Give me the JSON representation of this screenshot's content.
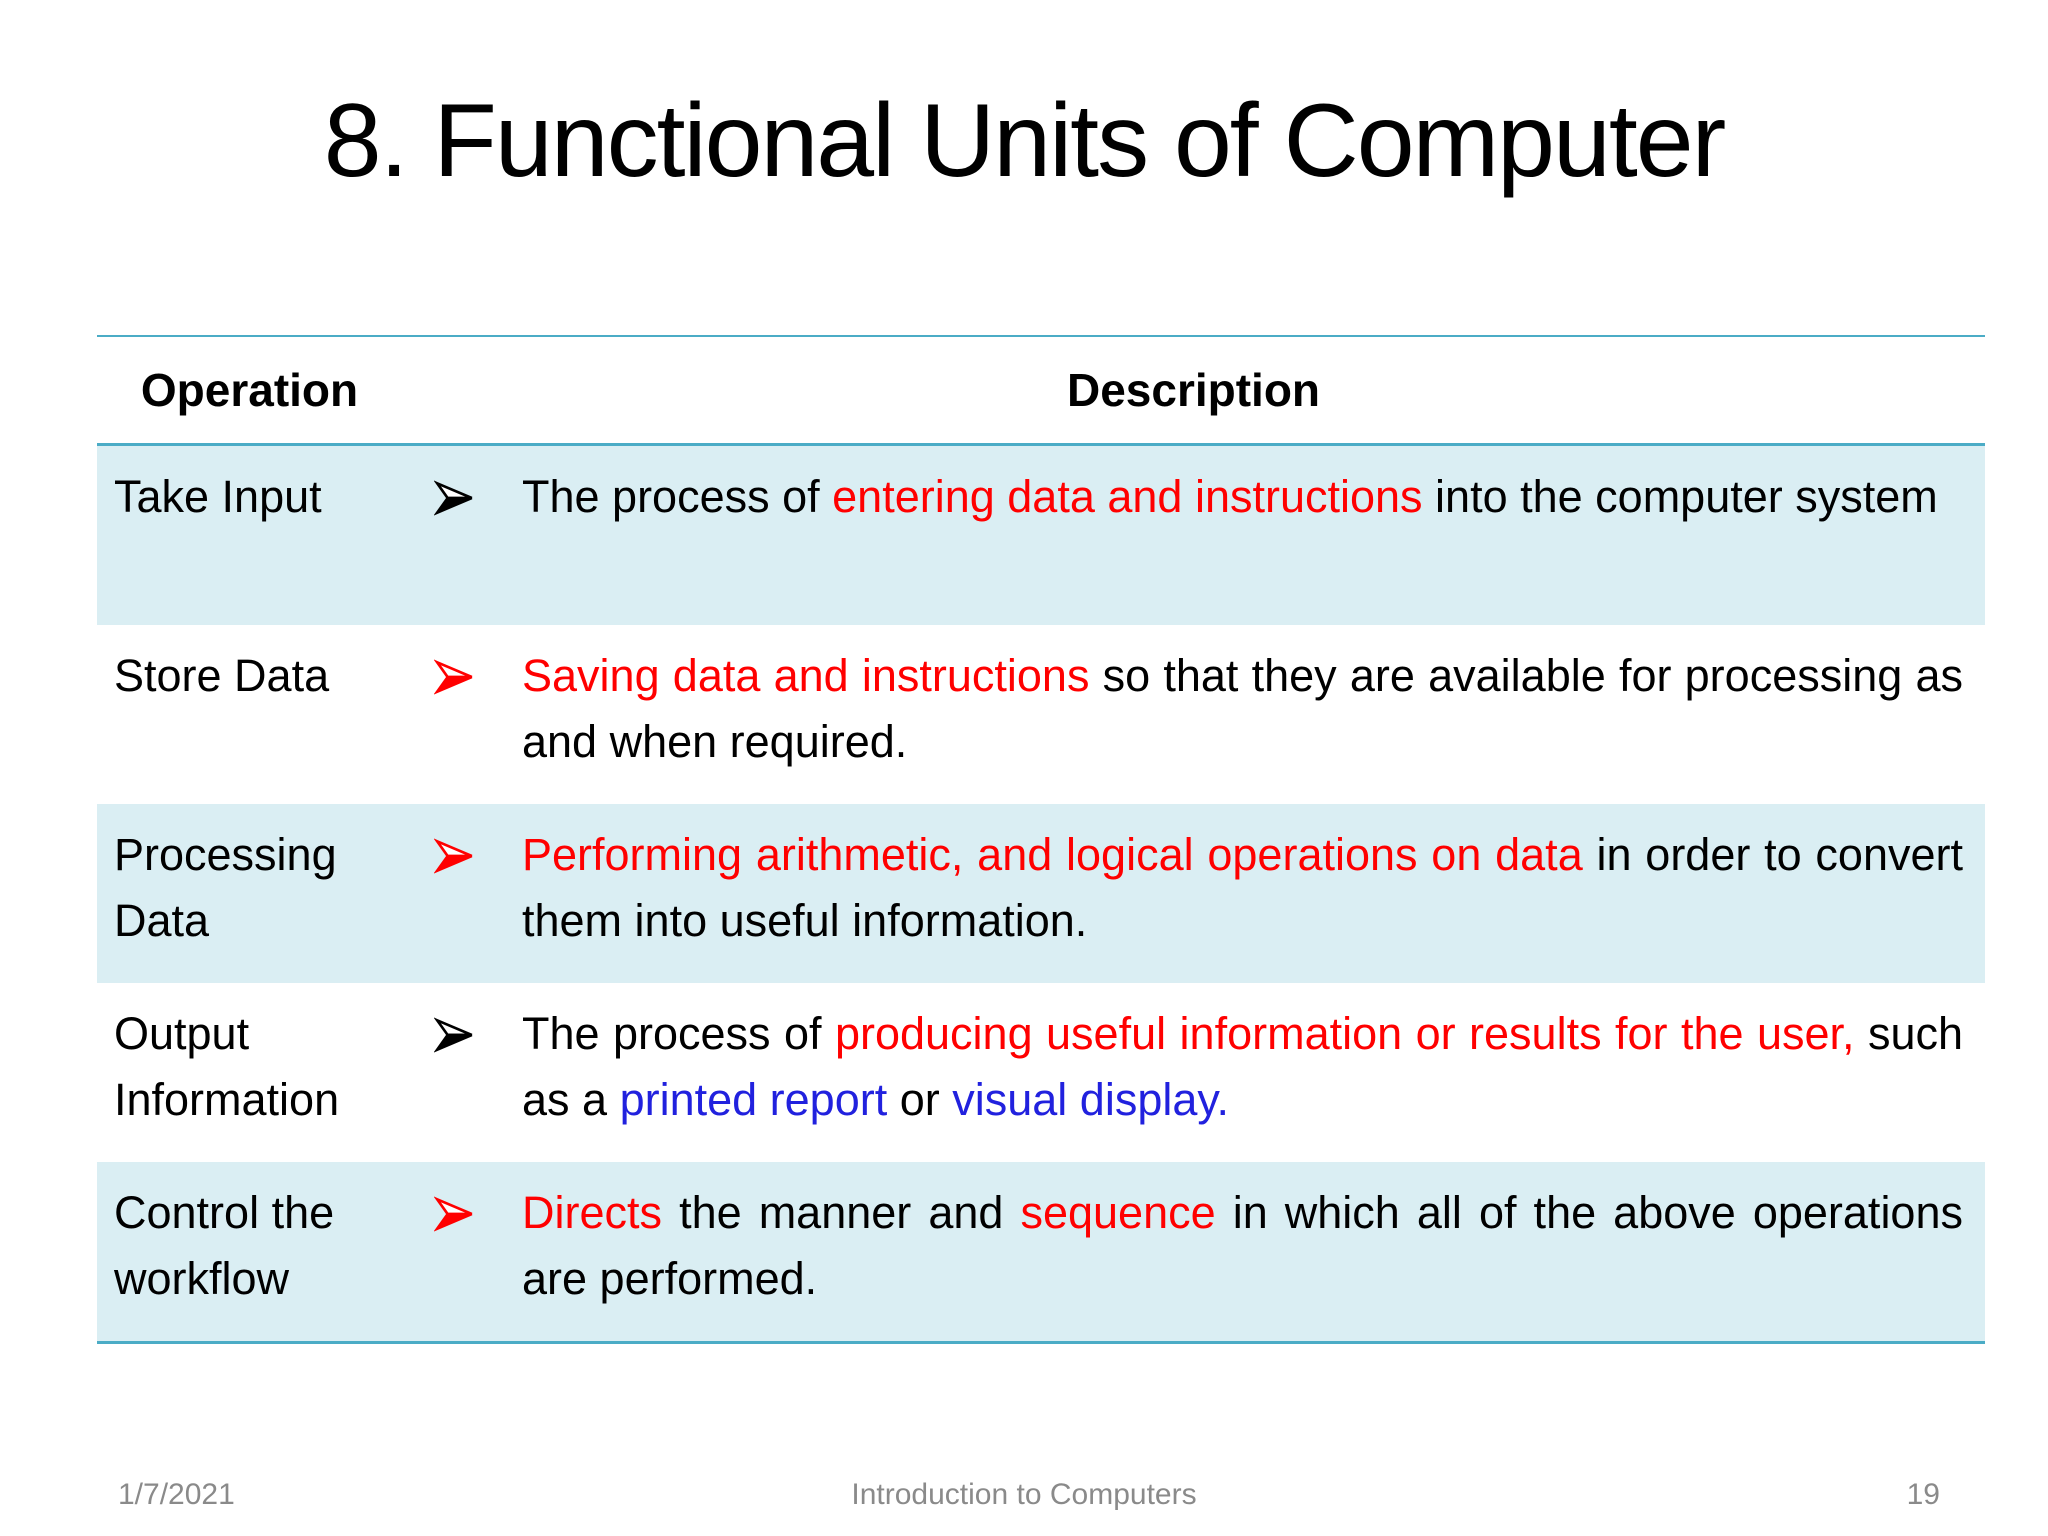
{
  "title": "8. Functional Units of Computer",
  "colors": {
    "accent_border": "#4BACC6",
    "band_fill": "#DAEEF3",
    "text_black": "#000000",
    "text_red": "#FF0000",
    "text_blue": "#2121DE",
    "footer_gray": "#8A8A8A"
  },
  "table": {
    "headers": {
      "operation": "Operation",
      "description": "Description"
    },
    "rows": [
      {
        "operation": "Take Input",
        "bullet": "black",
        "segments": [
          {
            "text": "The process of ",
            "color": "black"
          },
          {
            "text": "entering data and instructions",
            "color": "red"
          },
          {
            "text": " into the computer system",
            "color": "black"
          }
        ]
      },
      {
        "operation": "Store Data",
        "bullet": "red",
        "segments": [
          {
            "text": "Saving data and instructions",
            "color": "red"
          },
          {
            "text": " so that they are available for processing as and when required.",
            "color": "black"
          }
        ]
      },
      {
        "operation": "Processing Data",
        "bullet": "red",
        "segments": [
          {
            "text": "Performing arithmetic, and logical operations on data",
            "color": "red"
          },
          {
            "text": " in order to convert them into useful information.",
            "color": "black"
          }
        ]
      },
      {
        "operation": "Output Information",
        "bullet": "black",
        "segments": [
          {
            "text": "The process of ",
            "color": "black"
          },
          {
            "text": "producing useful information or results for the user,",
            "color": "red"
          },
          {
            "text": " such as a ",
            "color": "black"
          },
          {
            "text": "printed report",
            "color": "blue"
          },
          {
            "text": " or ",
            "color": "black"
          },
          {
            "text": "visual display.",
            "color": "blue"
          }
        ]
      },
      {
        "operation": "Control the workflow",
        "bullet": "red",
        "segments": [
          {
            "text": "Directs",
            "color": "red"
          },
          {
            "text": " the manner and ",
            "color": "black"
          },
          {
            "text": "sequence",
            "color": "red"
          },
          {
            "text": " in which all of the above operations are performed.",
            "color": "black"
          }
        ]
      }
    ]
  },
  "footer": {
    "date": "1/7/2021",
    "center": "Introduction to Computers",
    "page": "19"
  }
}
